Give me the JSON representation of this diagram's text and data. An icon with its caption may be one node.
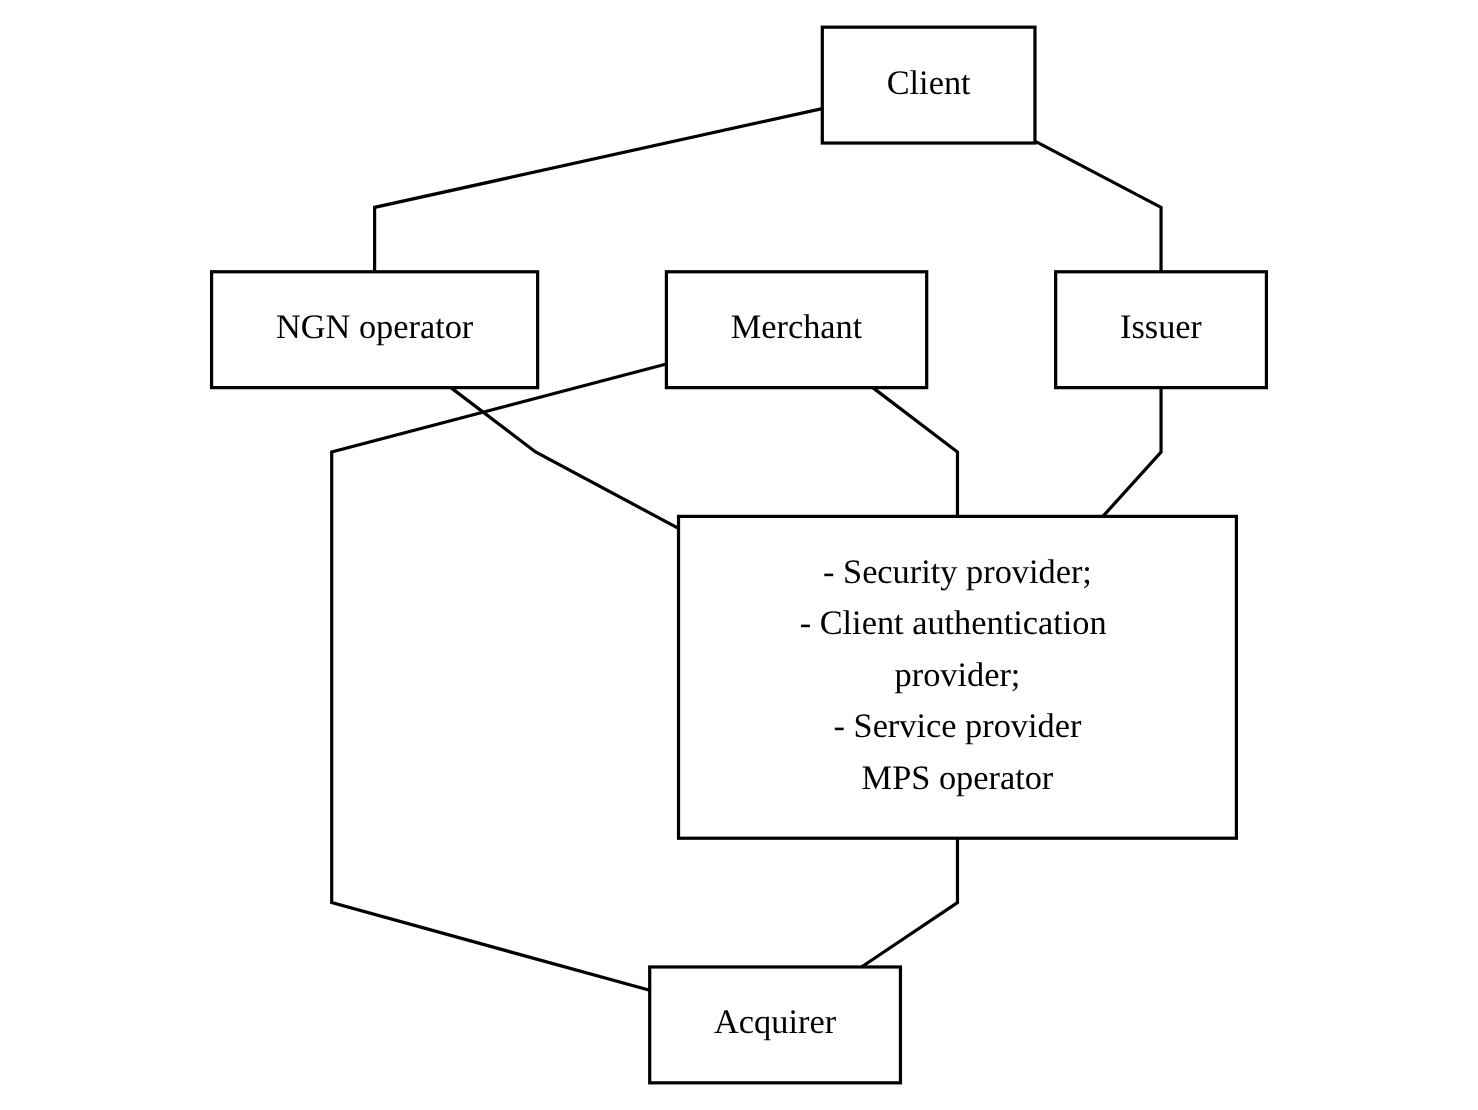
{
  "diagram": {
    "nodes": [
      {
        "text": [
          "Client"
        ]
      },
      {
        "text": [
          "NGN operator"
        ]
      },
      {
        "text": [
          "Merchant"
        ]
      },
      {
        "text": [
          "Issuer"
        ]
      },
      {
        "text": [
          "- Security provider;",
          "- Client authentication provider;",
          "- Service provider",
          "MPS operator"
        ]
      },
      {
        "text": [
          "Acquirer"
        ]
      }
    ],
    "edges": [
      {
        "from": 0,
        "to": 1,
        "arrow": "none"
      },
      {
        "from": 0,
        "to": 3,
        "arrow": "none"
      },
      {
        "from": 1,
        "to": 4,
        "arrow": "none"
      },
      {
        "from": 2,
        "to": 4,
        "arrow": "none"
      },
      {
        "from": 2,
        "to": 5,
        "arrow": "none"
      },
      {
        "from": 3,
        "to": 4,
        "arrow": "none"
      },
      {
        "from": 4,
        "to": 5,
        "arrow": "none"
      }
    ]
  }
}
